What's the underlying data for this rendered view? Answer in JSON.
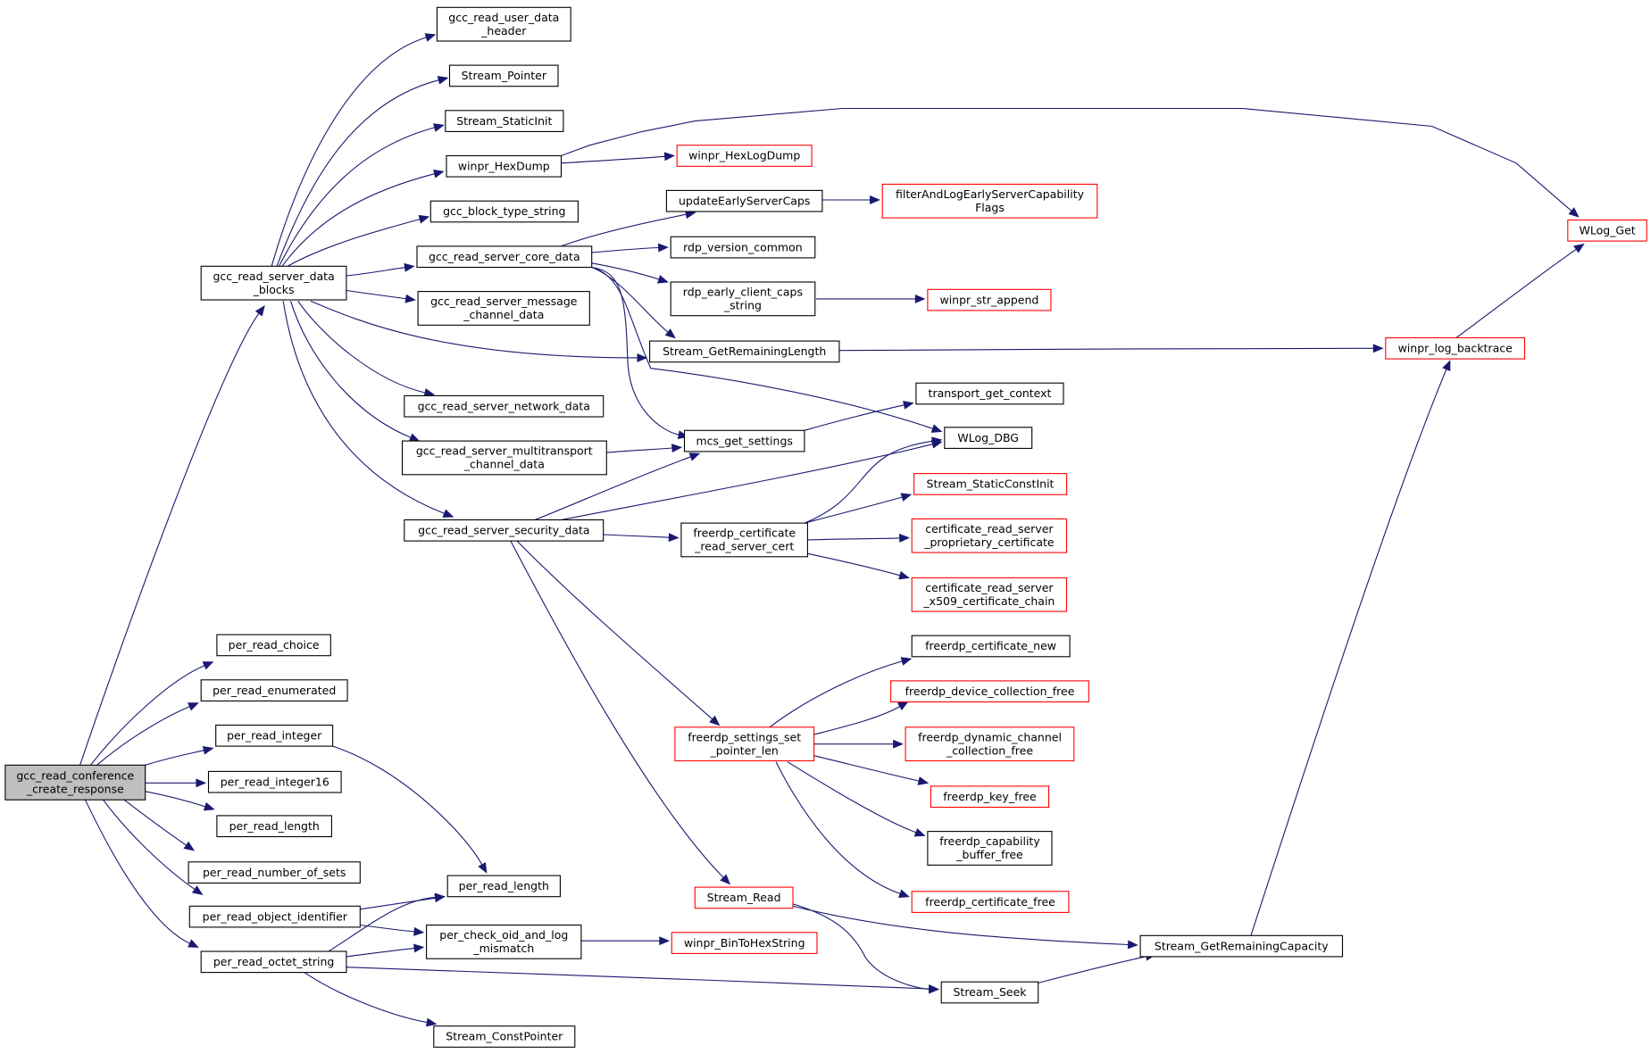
{
  "diagram": {
    "colors": {
      "edge": "#191970",
      "root_fill": "#bfbfbf",
      "node_border": "#000000",
      "undocumented_border": "#ff0000"
    },
    "nodes": [
      {
        "id": "root",
        "lines": [
          "gcc_read_conference",
          "_create_response"
        ],
        "style": "root"
      },
      {
        "id": "srvblocks",
        "lines": [
          "gcc_read_server_data",
          "_blocks"
        ],
        "style": "normal"
      },
      {
        "id": "userhdr",
        "lines": [
          "gcc_read_user_data",
          "_header"
        ],
        "style": "normal"
      },
      {
        "id": "streamptr",
        "lines": [
          "Stream_Pointer"
        ],
        "style": "normal"
      },
      {
        "id": "staticinit",
        "lines": [
          "Stream_StaticInit"
        ],
        "style": "normal"
      },
      {
        "id": "hexdump",
        "lines": [
          "winpr_HexDump"
        ],
        "style": "normal"
      },
      {
        "id": "blocktype",
        "lines": [
          "gcc_block_type_string"
        ],
        "style": "normal"
      },
      {
        "id": "coredata",
        "lines": [
          "gcc_read_server_core_data"
        ],
        "style": "normal"
      },
      {
        "id": "msgchan",
        "lines": [
          "gcc_read_server_message",
          "_channel_data"
        ],
        "style": "normal"
      },
      {
        "id": "netdata",
        "lines": [
          "gcc_read_server_network_data"
        ],
        "style": "normal"
      },
      {
        "id": "multitrans",
        "lines": [
          "gcc_read_server_multitransport",
          "_channel_data"
        ],
        "style": "normal"
      },
      {
        "id": "secdata",
        "lines": [
          "gcc_read_server_security_data"
        ],
        "style": "normal"
      },
      {
        "id": "hexlogdump",
        "lines": [
          "winpr_HexLogDump"
        ],
        "style": "red"
      },
      {
        "id": "updcaps",
        "lines": [
          "updateEarlyServerCaps"
        ],
        "style": "normal"
      },
      {
        "id": "filtercaps",
        "lines": [
          "filterAndLogEarlyServerCapability",
          "Flags"
        ],
        "style": "red"
      },
      {
        "id": "rdpver",
        "lines": [
          "rdp_version_common"
        ],
        "style": "normal"
      },
      {
        "id": "earlycaps",
        "lines": [
          "rdp_early_client_caps",
          "_string"
        ],
        "style": "normal"
      },
      {
        "id": "strappend",
        "lines": [
          "winpr_str_append"
        ],
        "style": "red"
      },
      {
        "id": "remlen",
        "lines": [
          "Stream_GetRemainingLength"
        ],
        "style": "normal"
      },
      {
        "id": "logbt",
        "lines": [
          "winpr_log_backtrace"
        ],
        "style": "red"
      },
      {
        "id": "wlogget",
        "lines": [
          "WLog_Get"
        ],
        "style": "red"
      },
      {
        "id": "transctx",
        "lines": [
          "transport_get_context"
        ],
        "style": "normal"
      },
      {
        "id": "mcsset",
        "lines": [
          "mcs_get_settings"
        ],
        "style": "normal"
      },
      {
        "id": "wlogdbg",
        "lines": [
          "WLog_DBG"
        ],
        "style": "normal"
      },
      {
        "id": "staticconst",
        "lines": [
          "Stream_StaticConstInit"
        ],
        "style": "red"
      },
      {
        "id": "readcert",
        "lines": [
          "freerdp_certificate",
          "_read_server_cert"
        ],
        "style": "normal"
      },
      {
        "id": "propcert",
        "lines": [
          "certificate_read_server",
          "_proprietary_certificate"
        ],
        "style": "red"
      },
      {
        "id": "x509",
        "lines": [
          "certificate_read_server",
          "_x509_certificate_chain"
        ],
        "style": "red"
      },
      {
        "id": "certnew",
        "lines": [
          "freerdp_certificate_new"
        ],
        "style": "normal"
      },
      {
        "id": "devfree",
        "lines": [
          "freerdp_device_collection_free"
        ],
        "style": "red"
      },
      {
        "id": "dynfree",
        "lines": [
          "freerdp_dynamic_channel",
          "_collection_free"
        ],
        "style": "red"
      },
      {
        "id": "keyfree",
        "lines": [
          "freerdp_key_free"
        ],
        "style": "red"
      },
      {
        "id": "capfree",
        "lines": [
          "freerdp_capability",
          "_buffer_free"
        ],
        "style": "normal"
      },
      {
        "id": "certfree",
        "lines": [
          "freerdp_certificate_free"
        ],
        "style": "red"
      },
      {
        "id": "setptr",
        "lines": [
          "freerdp_settings_set",
          "_pointer_len"
        ],
        "style": "red"
      },
      {
        "id": "sread",
        "lines": [
          "Stream_Read"
        ],
        "style": "red"
      },
      {
        "id": "remcap",
        "lines": [
          "Stream_GetRemainingCapacity"
        ],
        "style": "normal"
      },
      {
        "id": "sseek",
        "lines": [
          "Stream_Seek"
        ],
        "style": "normal"
      },
      {
        "id": "choice",
        "lines": [
          "per_read_choice"
        ],
        "style": "normal"
      },
      {
        "id": "enumer",
        "lines": [
          "per_read_enumerated"
        ],
        "style": "normal"
      },
      {
        "id": "integer",
        "lines": [
          "per_read_integer"
        ],
        "style": "normal"
      },
      {
        "id": "int16",
        "lines": [
          "per_read_integer16"
        ],
        "style": "normal"
      },
      {
        "id": "length1",
        "lines": [
          "per_read_length"
        ],
        "style": "normal"
      },
      {
        "id": "numsets",
        "lines": [
          "per_read_number_of_sets"
        ],
        "style": "normal"
      },
      {
        "id": "objid",
        "lines": [
          "per_read_object_identifier"
        ],
        "style": "normal"
      },
      {
        "id": "octet",
        "lines": [
          "per_read_octet_string"
        ],
        "style": "normal"
      },
      {
        "id": "length2",
        "lines": [
          "per_read_length"
        ],
        "style": "normal"
      },
      {
        "id": "checkoid",
        "lines": [
          "per_check_oid_and_log",
          "_mismatch"
        ],
        "style": "normal"
      },
      {
        "id": "bintohex",
        "lines": [
          "winpr_BinToHexString"
        ],
        "style": "red"
      },
      {
        "id": "constptr",
        "lines": [
          "Stream_ConstPointer"
        ],
        "style": "normal"
      }
    ],
    "edges": [
      [
        "root",
        "srvblocks"
      ],
      [
        "root",
        "choice"
      ],
      [
        "root",
        "enumer"
      ],
      [
        "root",
        "integer"
      ],
      [
        "root",
        "int16"
      ],
      [
        "root",
        "length1"
      ],
      [
        "root",
        "numsets"
      ],
      [
        "root",
        "objid"
      ],
      [
        "root",
        "octet"
      ],
      [
        "srvblocks",
        "userhdr"
      ],
      [
        "srvblocks",
        "streamptr"
      ],
      [
        "srvblocks",
        "staticinit"
      ],
      [
        "srvblocks",
        "hexdump"
      ],
      [
        "srvblocks",
        "blocktype"
      ],
      [
        "srvblocks",
        "coredata"
      ],
      [
        "srvblocks",
        "msgchan"
      ],
      [
        "srvblocks",
        "remlen"
      ],
      [
        "srvblocks",
        "netdata"
      ],
      [
        "srvblocks",
        "multitrans"
      ],
      [
        "srvblocks",
        "secdata"
      ],
      [
        "hexdump",
        "hexlogdump"
      ],
      [
        "hexdump",
        "wlogget"
      ],
      [
        "coredata",
        "updcaps"
      ],
      [
        "coredata",
        "rdpver"
      ],
      [
        "coredata",
        "earlycaps"
      ],
      [
        "coredata",
        "remlen"
      ],
      [
        "coredata",
        "mcsset"
      ],
      [
        "coredata",
        "wlogdbg"
      ],
      [
        "updcaps",
        "filtercaps"
      ],
      [
        "earlycaps",
        "strappend"
      ],
      [
        "remlen",
        "logbt"
      ],
      [
        "logbt",
        "wlogget"
      ],
      [
        "multitrans",
        "mcsset"
      ],
      [
        "mcsset",
        "transctx"
      ],
      [
        "secdata",
        "mcsset"
      ],
      [
        "secdata",
        "wlogdbg"
      ],
      [
        "secdata",
        "readcert"
      ],
      [
        "secdata",
        "setptr"
      ],
      [
        "secdata",
        "sread"
      ],
      [
        "readcert",
        "wlogdbg"
      ],
      [
        "readcert",
        "staticconst"
      ],
      [
        "readcert",
        "propcert"
      ],
      [
        "readcert",
        "x509"
      ],
      [
        "setptr",
        "certnew"
      ],
      [
        "setptr",
        "devfree"
      ],
      [
        "setptr",
        "dynfree"
      ],
      [
        "setptr",
        "keyfree"
      ],
      [
        "setptr",
        "capfree"
      ],
      [
        "setptr",
        "certfree"
      ],
      [
        "sread",
        "remcap"
      ],
      [
        "sread",
        "sseek"
      ],
      [
        "sseek",
        "remcap"
      ],
      [
        "remcap",
        "logbt"
      ],
      [
        "integer",
        "length2"
      ],
      [
        "objid",
        "length2"
      ],
      [
        "objid",
        "checkoid"
      ],
      [
        "octet",
        "length2"
      ],
      [
        "octet",
        "checkoid"
      ],
      [
        "octet",
        "sseek"
      ],
      [
        "octet",
        "constptr"
      ],
      [
        "checkoid",
        "bintohex"
      ]
    ]
  }
}
